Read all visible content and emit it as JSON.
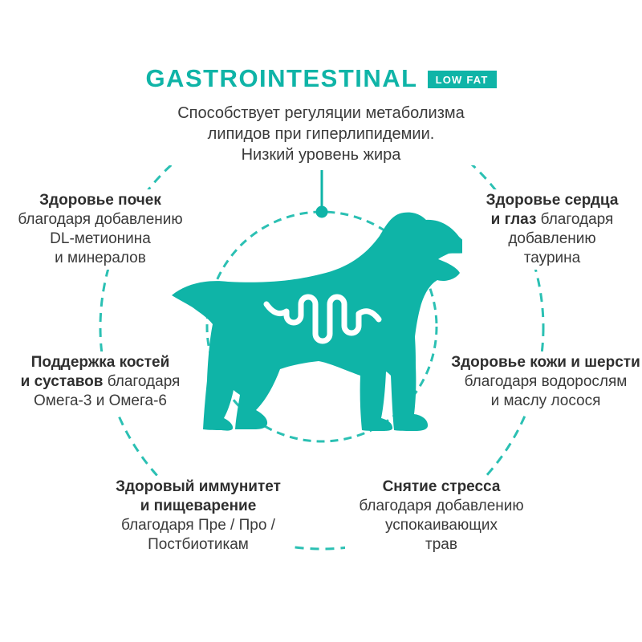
{
  "header": {
    "title": "GASTROINTESTINAL",
    "badge": "LOW FAT",
    "subtitle_lines": [
      "Способствует регуляции метаболизма",
      "липидов при гиперлипидемии.",
      "Низкий уровень жира"
    ]
  },
  "benefits": [
    {
      "id": "kidneys",
      "lines": [
        {
          "bold": "Здоровье почек",
          "text": ""
        },
        {
          "bold": "",
          "text": "благодаря добавлению"
        },
        {
          "bold": "",
          "text": "DL-метионина"
        },
        {
          "bold": "",
          "text": "и минералов"
        }
      ]
    },
    {
      "id": "heart-eyes",
      "lines": [
        {
          "bold": "Здоровье сердца",
          "text": ""
        },
        {
          "bold": "и глаз",
          "text": "благодаря"
        },
        {
          "bold": "",
          "text": "добавлению"
        },
        {
          "bold": "",
          "text": "таурина"
        }
      ]
    },
    {
      "id": "bones-joints",
      "lines": [
        {
          "bold": "Поддержка костей",
          "text": ""
        },
        {
          "bold": "и суставов",
          "text": "благодаря"
        },
        {
          "bold": "",
          "text": "Омега-3 и Омега-6"
        }
      ]
    },
    {
      "id": "skin-coat",
      "lines": [
        {
          "bold": "Здоровье кожи и шерсти",
          "text": ""
        },
        {
          "bold": "",
          "text": "благодаря водорослям"
        },
        {
          "bold": "",
          "text": "и маслу лосося"
        }
      ]
    },
    {
      "id": "immunity-digestion",
      "lines": [
        {
          "bold": "Здоровый иммунитет",
          "text": ""
        },
        {
          "bold": "и пищеварение",
          "text": ""
        },
        {
          "bold": "",
          "text": "благодаря Пре / Про /"
        },
        {
          "bold": "",
          "text": "Постбиотикам"
        }
      ]
    },
    {
      "id": "stress-relief",
      "lines": [
        {
          "bold": "Снятие стресса",
          "text": ""
        },
        {
          "bold": "",
          "text": "благодаря добавлению"
        },
        {
          "bold": "",
          "text": "успокаивающих"
        },
        {
          "bold": "",
          "text": "трав"
        }
      ]
    }
  ],
  "icons": {
    "center": "dog-silhouette",
    "inside_dog": "intestine-icon"
  },
  "colors": {
    "teal": "#0fb4a7",
    "dash": "#2bc0b3",
    "text": "#3a3a3a",
    "background": "#ffffff"
  }
}
